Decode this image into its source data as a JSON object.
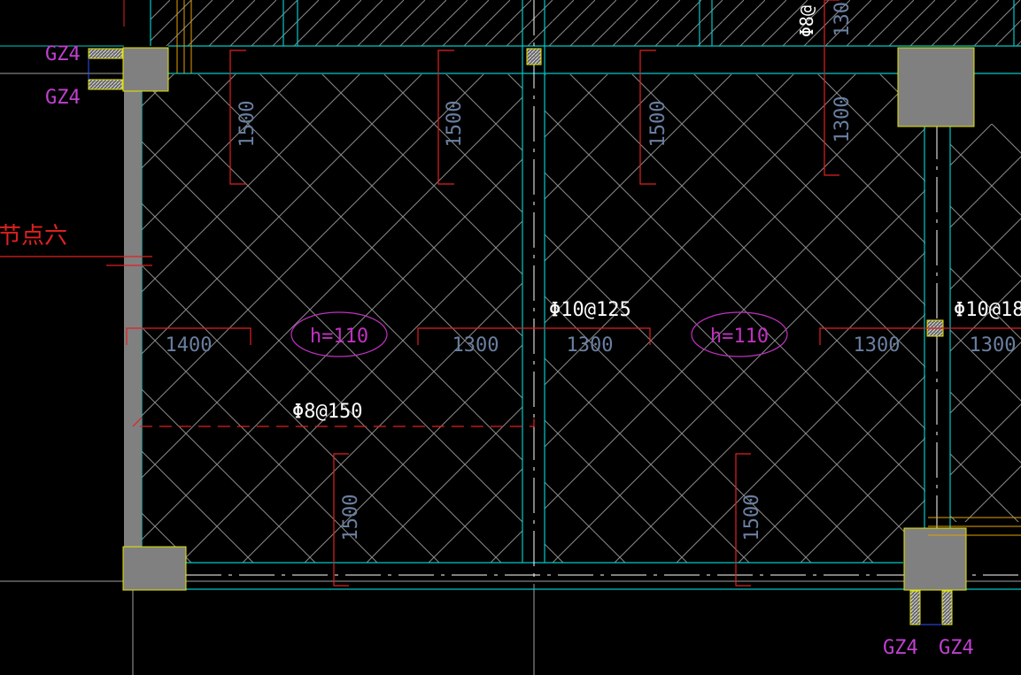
{
  "colors": {
    "background": "#000000",
    "hatch": "#8a8a8a",
    "beam": "#00c8c8",
    "rebar": "#e02020",
    "dimension_text": "#6a7fa0",
    "rebar_text": "#ffffff",
    "column_fill": "#808080",
    "column_outline": "#e6e600",
    "tag_text": "#c040d0",
    "slab_mark": "#c030c0",
    "grid_line": "#a0a0a0"
  },
  "labels": {
    "node_label": "节点六",
    "gz_top_1": "GZ4",
    "gz_top_2": "GZ4",
    "gz_bottom_1": "GZ4",
    "gz_bottom_2": "GZ4",
    "slab_left": "h=110",
    "slab_right": "h=110",
    "rebar_center": "Φ10@125",
    "rebar_right": "Φ10@18",
    "rebar_bottom": "Φ8@150",
    "rebar_top_partial": "Φ8@",
    "dim_1400": "1400",
    "dim_1300_a": "1300",
    "dim_1300_b": "1300",
    "dim_1300_c": "1300",
    "dim_1300_d": "1300",
    "dim_1500_a": "1500",
    "dim_1500_b": "1500",
    "dim_1500_c": "1500",
    "dim_1500_d": "1500",
    "dim_1500_e": "1500",
    "dim_1300_vert": "1300",
    "dim_130_top": "130"
  }
}
